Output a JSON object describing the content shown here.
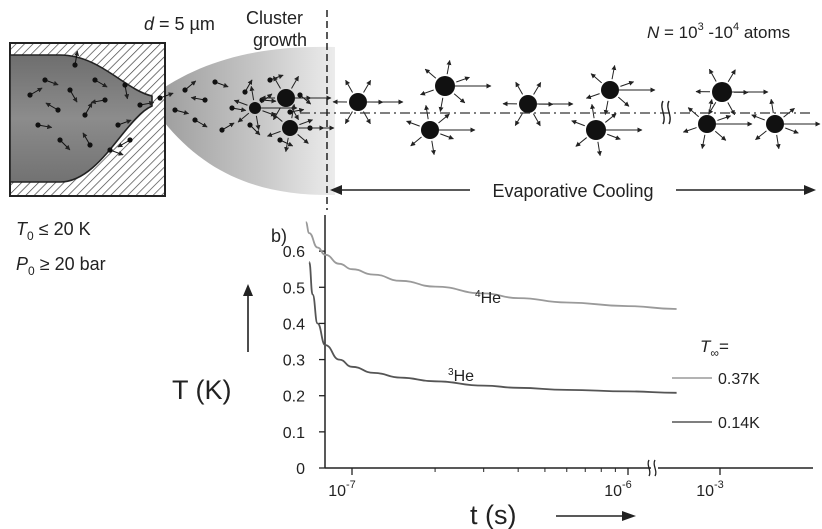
{
  "top": {
    "nozzle_diameter": {
      "var": "d",
      "rest": " = 5 µm"
    },
    "cluster_growth": [
      "Cluster",
      "growth"
    ],
    "atoms": {
      "var": "N",
      "text": " = 10",
      "sup1": "3",
      "mid": " -10",
      "sup2": "4",
      "tail": " atoms"
    },
    "evaporative_cooling": "Evaporative Cooling"
  },
  "source_conditions": {
    "T0": {
      "sym": "T",
      "sub": "0",
      "rest": " ≤ 20 K"
    },
    "P0": {
      "sym": "P",
      "sub": "0",
      "rest": " ≥ 20 bar"
    }
  },
  "panel_label": "b)",
  "chart_data": {
    "type": "line",
    "xlabel": "t (s)",
    "ylabel": "T (K)",
    "xscale": "log (broken axis)",
    "x_tick_labels": [
      {
        "base": "10",
        "exp": "-7"
      },
      {
        "base": "10",
        "exp": "-6"
      },
      {
        "base": "10",
        "exp": "-3"
      }
    ],
    "yticks": [
      "0",
      "0.1",
      "0.2",
      "0.3",
      "0.4",
      "0.5",
      "0.6"
    ],
    "ylim": [
      0,
      0.7
    ],
    "series": [
      {
        "name": "4He",
        "iso_num": "4",
        "iso_sym": "He",
        "color": "#9a9a9a",
        "x": [
          6.8e-08,
          7e-08,
          7.5e-08,
          8e-08,
          9e-08,
          1e-07,
          1.2e-07,
          1.5e-07,
          2e-07,
          3e-07,
          4e-07,
          6e-07,
          1e-06,
          1.5e-06
        ],
        "y": [
          0.68,
          0.65,
          0.61,
          0.59,
          0.565,
          0.55,
          0.535,
          0.518,
          0.502,
          0.483,
          0.47,
          0.458,
          0.448,
          0.44
        ],
        "asymptote": "0.37K"
      },
      {
        "name": "3He",
        "iso_num": "3",
        "iso_sym": "He",
        "color": "#555555",
        "x": [
          7e-08,
          7.2e-08,
          7.5e-08,
          8e-08,
          9e-08,
          1e-07,
          1.2e-07,
          1.5e-07,
          2e-07,
          3e-07,
          4e-07,
          6e-07,
          1e-06,
          1.5e-06
        ],
        "y": [
          0.57,
          0.48,
          0.4,
          0.34,
          0.3,
          0.28,
          0.263,
          0.25,
          0.24,
          0.228,
          0.222,
          0.216,
          0.212,
          0.208
        ],
        "asymptote": "0.14K"
      }
    ],
    "legend": {
      "title_sym": "T",
      "title_sub": "∞",
      "title_rest": "=",
      "entries": [
        "0.37K",
        "0.14K"
      ],
      "placement": "right"
    },
    "grid": false
  },
  "colors": {
    "ink": "#222222",
    "gray_curve": "#9a9a9a",
    "dark_curve": "#555555"
  }
}
